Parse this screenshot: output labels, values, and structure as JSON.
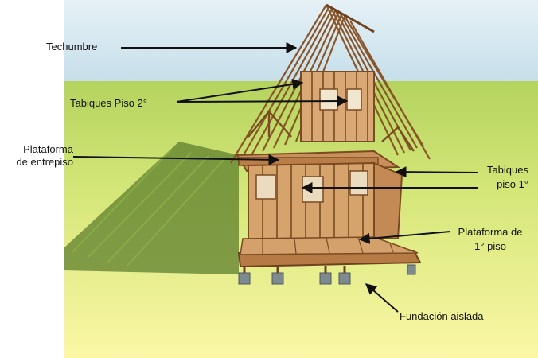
{
  "colors": {
    "sky": "#cfe4ee",
    "ground_top": "#9cc64a",
    "ground_bottom": "#fbf7a6",
    "wood": "#c9905c",
    "wood_dark": "#7a4a22",
    "shadow": "#5d7f2c",
    "pier": "#7d8a90",
    "text": "#111111"
  },
  "labels": {
    "techumbre": "Techumbre",
    "tabiques_piso_2": "Tabiques Piso 2°",
    "plataforma_entrepiso_1": "Plataforma",
    "plataforma_entrepiso_2": "de entrepiso",
    "tabiques_piso_1_a": "Tabiques",
    "tabiques_piso_1_b": "piso 1°",
    "plataforma_1_piso_a": "Plataforma de",
    "plataforma_1_piso_b": "1° piso",
    "fundacion_aislada": "Fundación aislada"
  }
}
